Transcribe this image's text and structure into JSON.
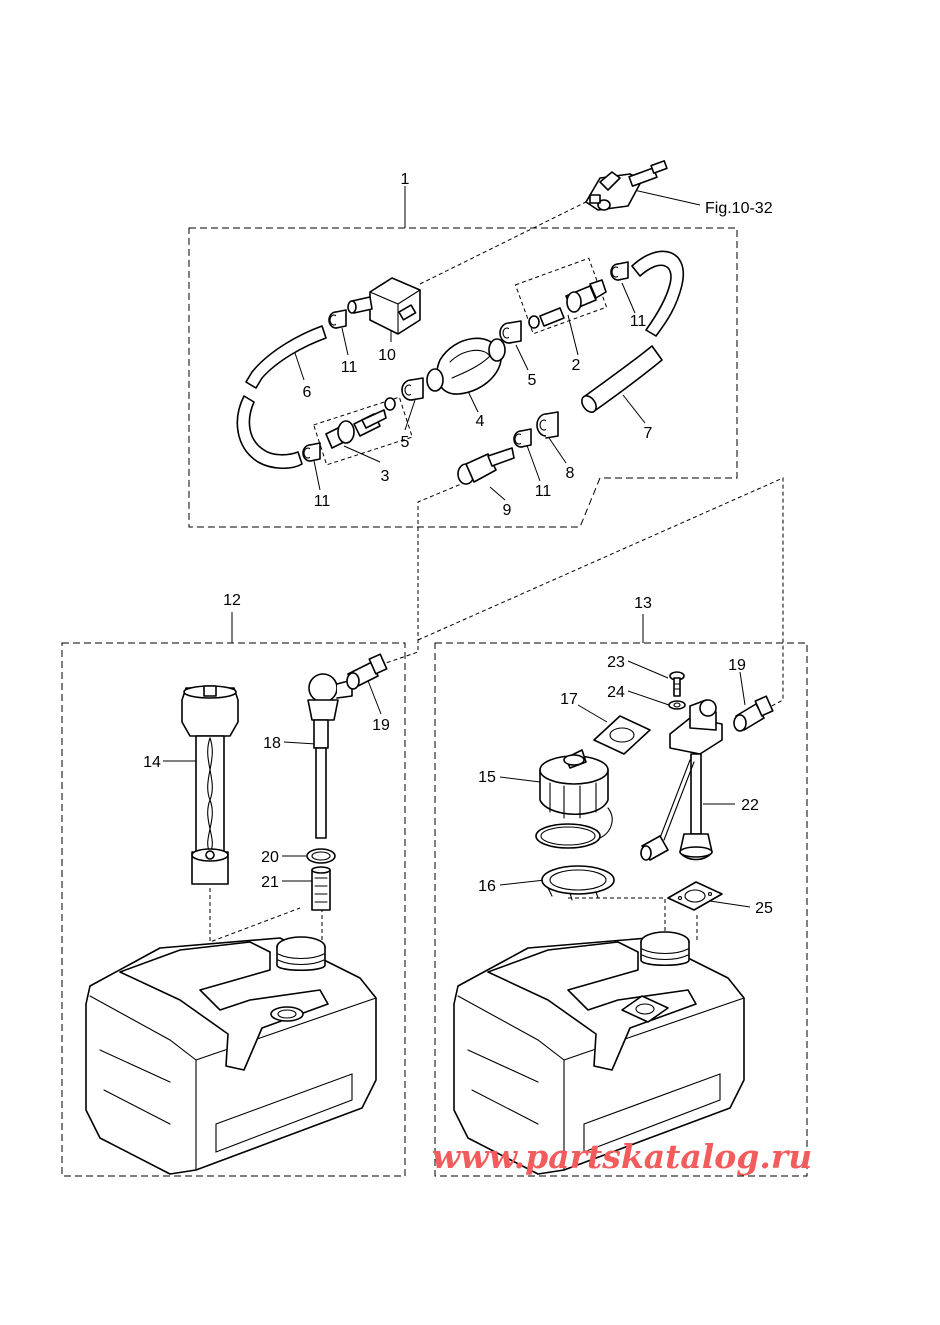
{
  "figure": {
    "reference_label": "Fig.10-32",
    "watermark": "www.partskatalog.ru"
  },
  "callouts": {
    "c1": "1",
    "c2": "2",
    "c3": "3",
    "c4": "4",
    "c5a": "5",
    "c5b": "5",
    "c6": "6",
    "c7": "7",
    "c8": "8",
    "c9": "9",
    "c10": "10",
    "c11a": "11",
    "c11b": "11",
    "c11c": "11",
    "c11d": "11",
    "c12": "12",
    "c13": "13",
    "c14": "14",
    "c15": "15",
    "c16": "16",
    "c17": "17",
    "c18": "18",
    "c19a": "19",
    "c19b": "19",
    "c20": "20",
    "c21": "21",
    "c22": "22",
    "c23": "23",
    "c24": "24",
    "c25": "25"
  }
}
